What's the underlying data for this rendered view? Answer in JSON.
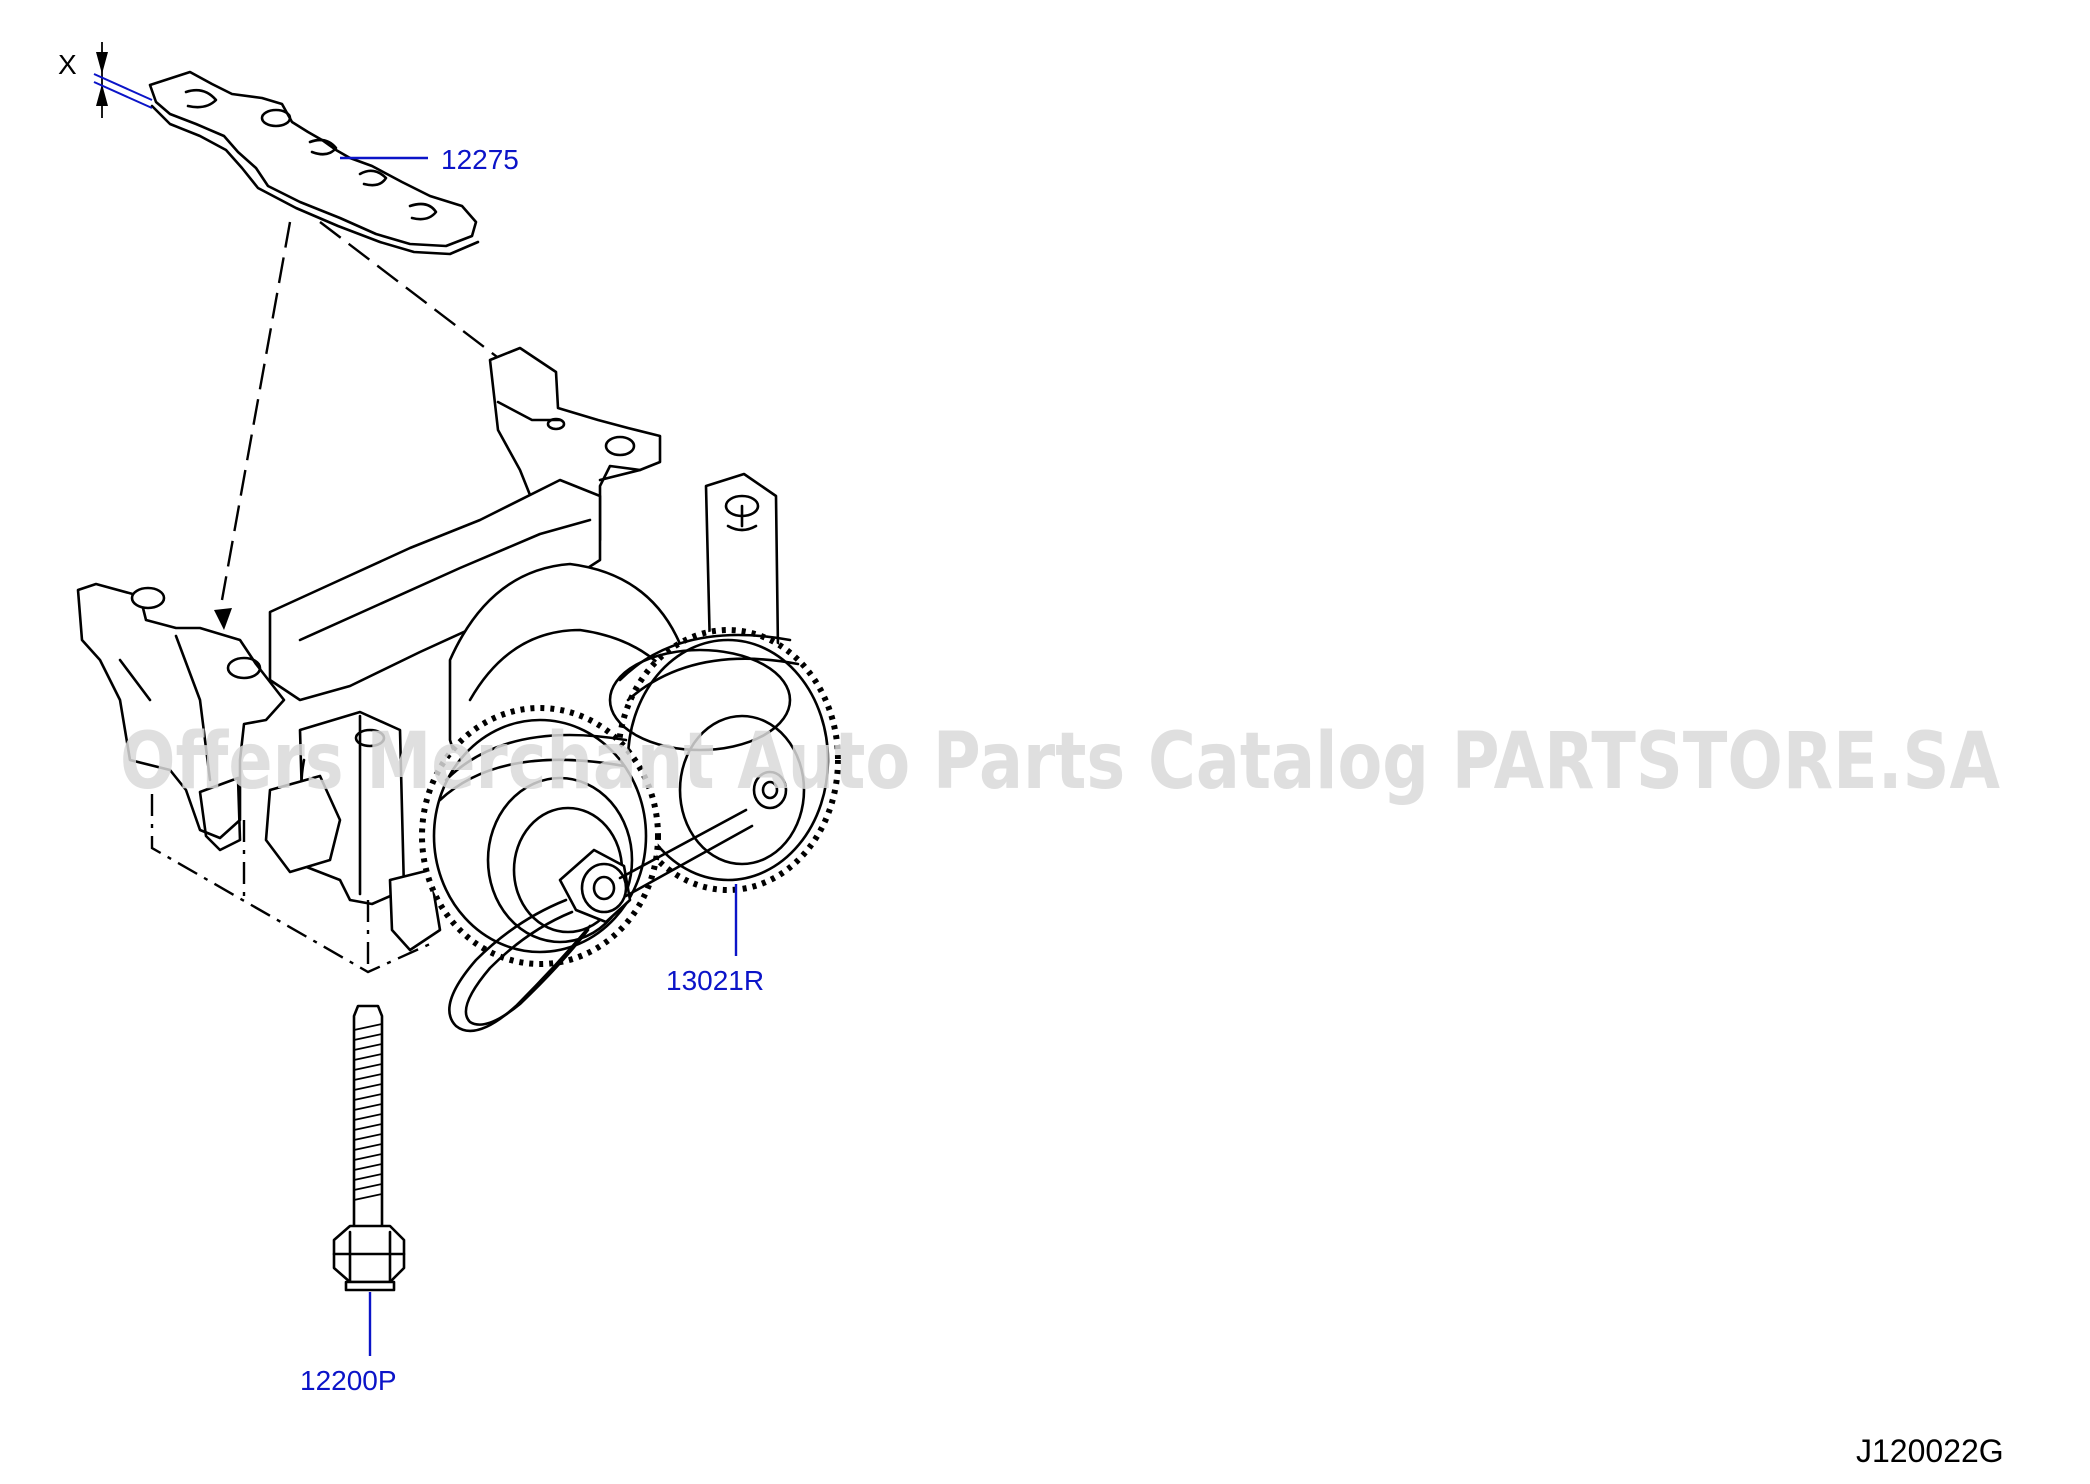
{
  "diagram": {
    "dimension_mark": "X",
    "callouts": [
      {
        "id": "shim",
        "label": "12275"
      },
      {
        "id": "balancer",
        "label": "13021R"
      },
      {
        "id": "bolt",
        "label": "12200P"
      }
    ],
    "drawing_code": "J120022G",
    "watermark": "Offers Merchant Auto Parts Catalog PARTSTORE.SA",
    "colors": {
      "callout": "#0b14c8",
      "line": "#000000",
      "watermark": "#d9d9d9"
    }
  }
}
